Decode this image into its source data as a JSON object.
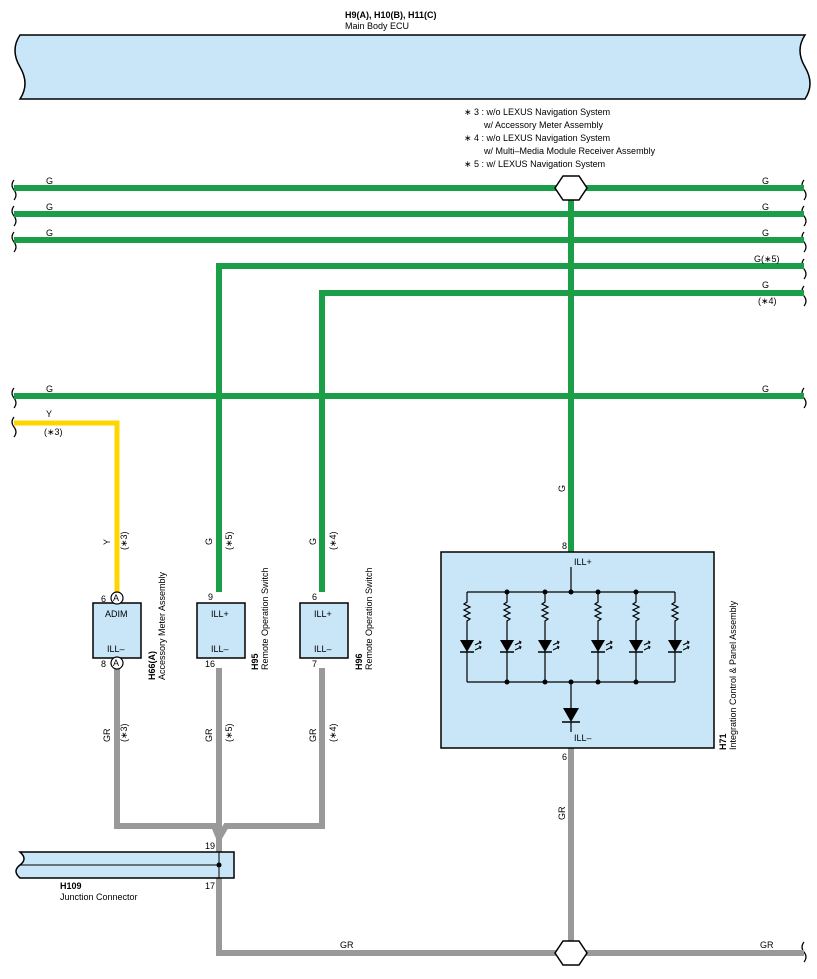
{
  "ecu": {
    "ref": "H9(A), H10(B), H11(C)",
    "name": "Main Body ECU"
  },
  "notes": [
    "∗ 3 : w/o LEXUS Navigation System",
    "w/ Accessory Meter Assembly",
    "∗ 4 : w/o LEXUS Navigation System",
    "w/ Multi–Media Module Receiver Assembly",
    "∗ 5 : w/ LEXUS Navigation System"
  ],
  "wires": {
    "g": "G",
    "g5": "G(∗5)",
    "n4": "(∗4)",
    "y": "Y",
    "n3": "(∗3)",
    "n5": "(∗5)",
    "gr": "GR"
  },
  "h66": {
    "ref": "H66(A)",
    "name": "Accessory Meter Assembly",
    "pin_top": "6",
    "pin_bot": "8",
    "conn": "A",
    "top": "ADIM",
    "bot": "ILL–"
  },
  "h95": {
    "ref": "H95",
    "name": "Remote Operation Switch",
    "pin_top": "9",
    "pin_bot": "16",
    "top": "ILL+",
    "bot": "ILL–"
  },
  "h96": {
    "ref": "H96",
    "name": "Remote Operation Switch",
    "pin_top": "6",
    "pin_bot": "7",
    "top": "ILL+",
    "bot": "ILL–"
  },
  "h71": {
    "ref": "H71",
    "name": "Integration Control & Panel Assembly",
    "pin_top": "8",
    "pin_bot": "6",
    "top": "ILL+",
    "bot": "ILL–"
  },
  "h109": {
    "ref": "H109",
    "name": "Junction Connector",
    "pin_a": "19",
    "pin_b": "17"
  },
  "colors": {
    "green": "#1a9e48",
    "gray": "#999999",
    "yellow": "#ffd500",
    "component": "#c8e6f8"
  }
}
